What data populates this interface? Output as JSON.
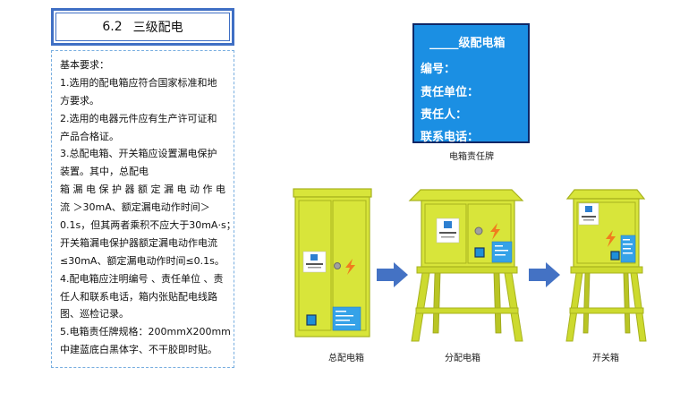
{
  "title": {
    "number": "6.2",
    "text": "三级配电"
  },
  "requirements": {
    "heading": "基本要求：",
    "lines": [
      "1.选用的配电箱应符合国家标准和地",
      "方要求。",
      "2.选用的电器元件应有生产许可证和",
      "产品合格证。",
      "3.总配电箱、开关箱应设置漏电保护",
      "装置。其中，总配电",
      "箱 漏 电 保 护 器 额 定 漏 电 动 作 电",
      "流 ＞30mA、额定漏电动作时间＞",
      "0.1s，但其两者乘积不应大于30mA·s；",
      "开关箱漏电保护器额定漏电动作电流",
      "≤30mA、额定漏电动作时间≤0.1s。",
      "4.配电箱应注明编号 、责任单位 、责",
      "任人和联系电话，箱内张贴配电线路",
      "图、巡检记录。",
      "5.电箱责任牌规格：200mmX200mm",
      "中建蓝底白黑体字、不干胶即时贴。"
    ]
  },
  "sign": {
    "header": "_____级配电箱",
    "fields": [
      "编号：",
      "责任单位：",
      "责任人：",
      "联系电话："
    ],
    "caption": "电箱责任牌"
  },
  "boxes": [
    {
      "caption": "总配电箱"
    },
    {
      "caption": "分配电箱"
    },
    {
      "caption": "开关箱"
    }
  ],
  "icons": {
    "lightning": "lightning-icon",
    "indicator": "indicator-light",
    "flow": "arrow-right-icon"
  },
  "colors": {
    "title_border": "#3f6fc4",
    "panel_border": "#78aee0",
    "sign_background": "#1b8fe3",
    "sign_border": "#0e2766",
    "cabinet": "#d8e53a",
    "cabinet_edge": "#a7b21d",
    "arrow": "#4472c4",
    "lightning": "#f07c1e",
    "info_card": "#35a2e8"
  }
}
